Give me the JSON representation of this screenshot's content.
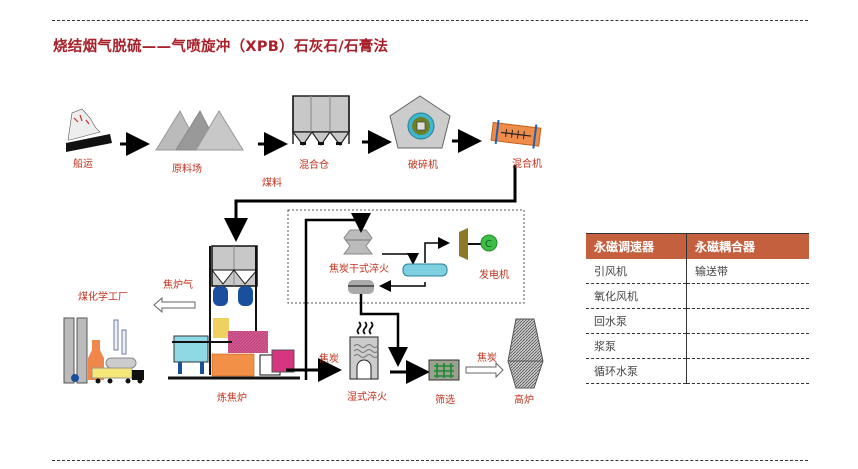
{
  "title": "烧结烟气脱硫——气喷旋冲（XPB）石灰石/石膏法",
  "diagram": {
    "labels": {
      "ship": "船运",
      "raw_yard": "原料场",
      "coal": "煤料",
      "mix_bin": "混合仓",
      "crusher": "破碎机",
      "mixer": "混合机",
      "coke_gas": "焦炉气",
      "coal_chem_plant": "煤化学工厂",
      "coke_oven": "炼焦炉",
      "cdq": "焦炭干式淬火",
      "generator": "发电机",
      "generator_symbol": "C",
      "coke_1": "焦炭",
      "wet_quench": "湿式淬火",
      "screening": "筛选",
      "coke_2": "焦炭",
      "blast_furnace": "高炉"
    }
  },
  "table": {
    "headers": [
      "永磁调速器",
      "永磁耦合器"
    ],
    "rows": [
      [
        "引风机",
        "输送带"
      ],
      [
        "氧化风机",
        ""
      ],
      [
        "回水泵",
        ""
      ],
      [
        "浆泵",
        ""
      ],
      [
        "循环水泵",
        ""
      ]
    ]
  },
  "colors": {
    "title": "#a8202a",
    "table_header_bg": "#c5603f",
    "label": "#c0321e"
  }
}
